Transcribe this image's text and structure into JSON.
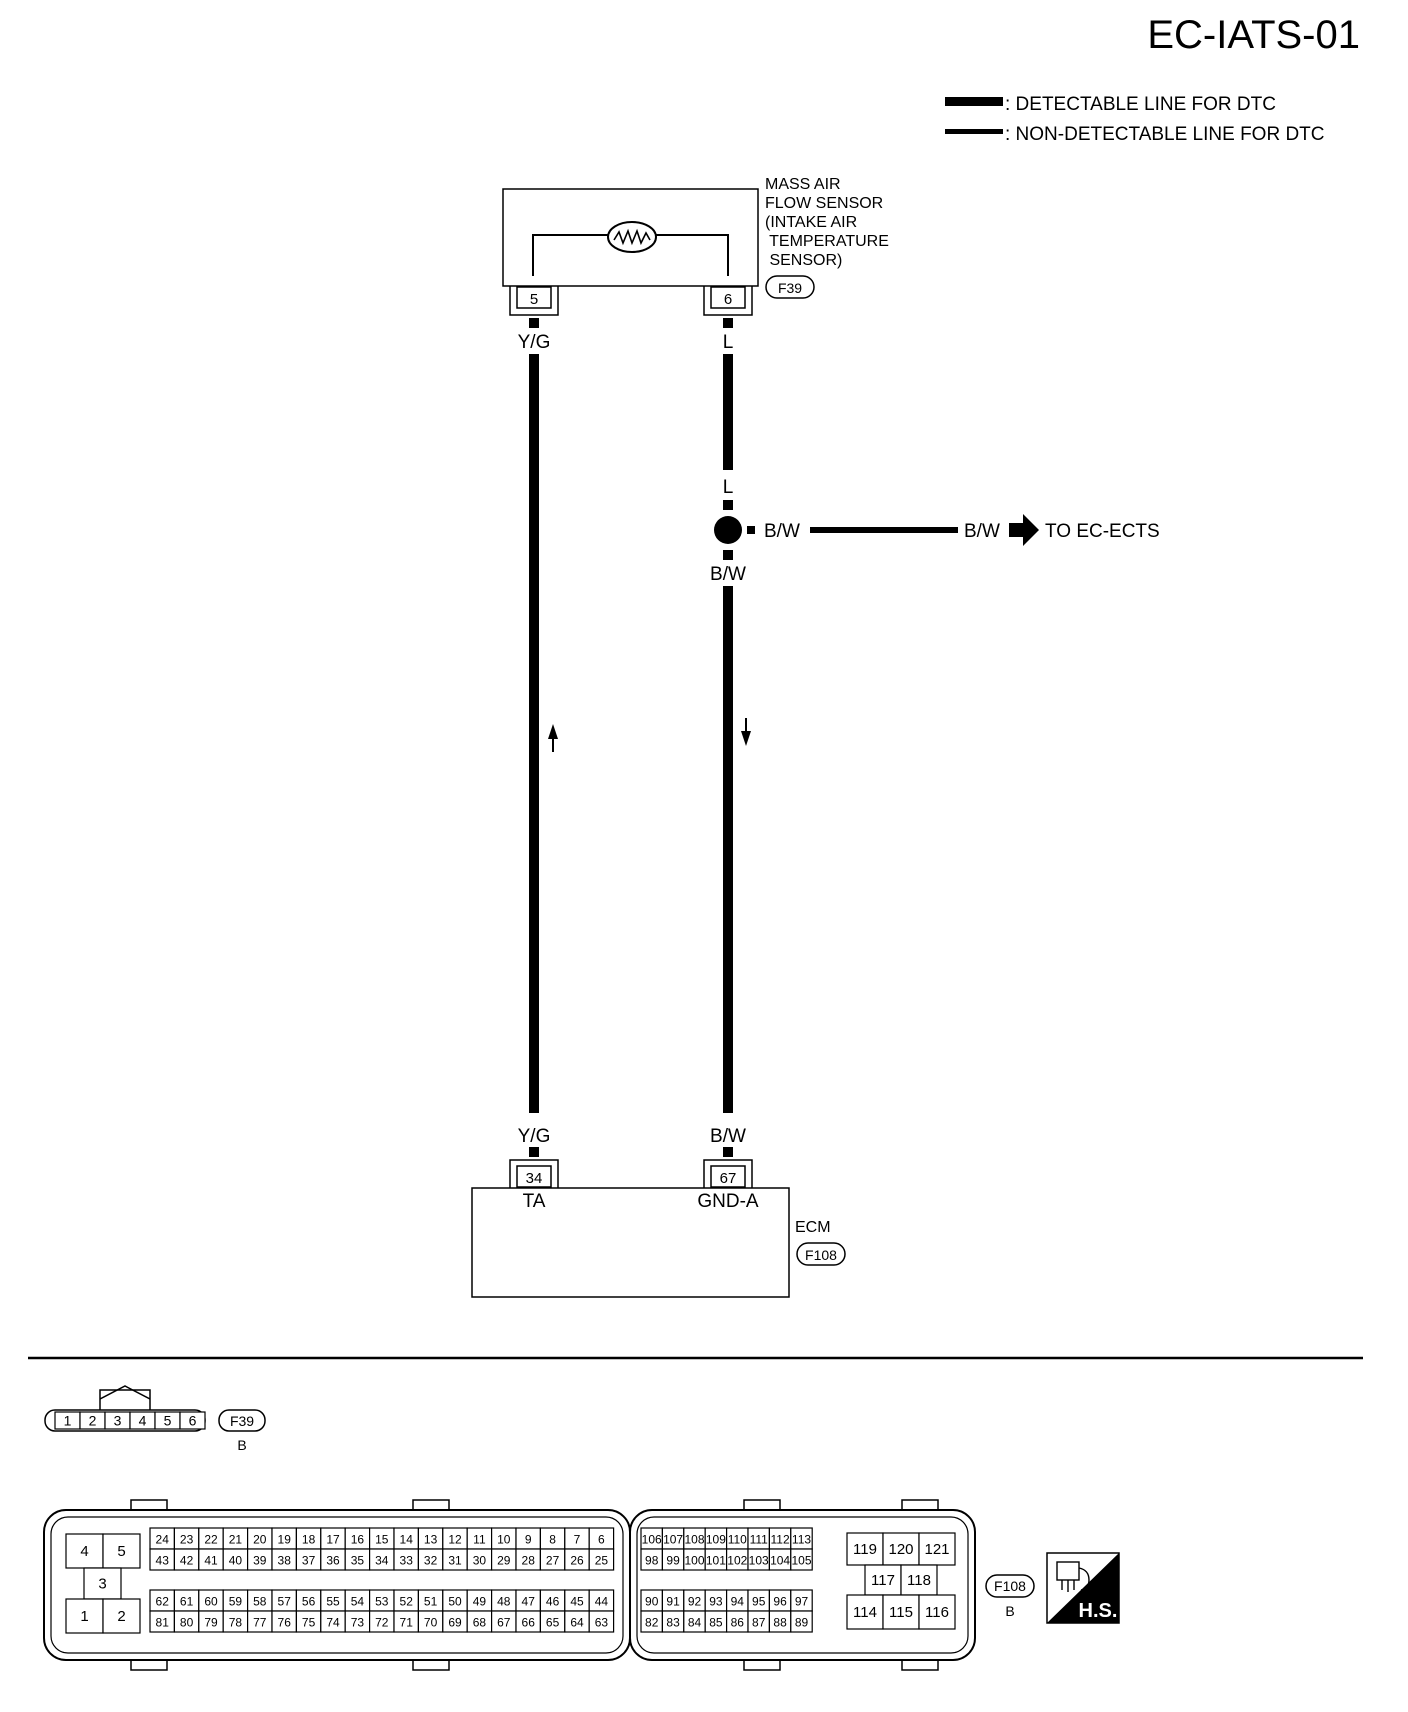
{
  "page_id": "EC-IATS-01",
  "legend": {
    "detectable": ": DETECTABLE LINE FOR DTC",
    "non_detectable": ": NON-DETECTABLE LINE FOR DTC"
  },
  "sensor": {
    "name_lines": [
      "MASS AIR",
      "FLOW SENSOR",
      "(INTAKE AIR",
      " TEMPERATURE",
      " SENSOR)"
    ],
    "connector_id": "F39",
    "pin_left": "5",
    "pin_right": "6"
  },
  "wires": {
    "left_top_color": "Y/G",
    "left_bottom_color": "Y/G",
    "right_top_color": "L",
    "right_mid_color": "L",
    "right_splice_below": "B/W",
    "right_bottom_color": "B/W",
    "branch_near": "B/W",
    "branch_far": "B/W",
    "branch_target": "TO EC-ECTS"
  },
  "ecm": {
    "name": "ECM",
    "connector_id": "F108",
    "pin_left": "34",
    "pin_left_label": "TA",
    "pin_right": "67",
    "pin_right_label": "GND-A"
  },
  "f39_face": {
    "pins": [
      "1",
      "2",
      "3",
      "4",
      "5",
      "6"
    ],
    "connector_id": "F39",
    "color_code": "B"
  },
  "f108_face": {
    "connector_id": "F108",
    "color_code": "B",
    "left_block": {
      "top": [
        "4",
        "5"
      ],
      "mid": "3",
      "bottom": [
        "1",
        "2"
      ]
    },
    "row1": [
      "24",
      "23",
      "22",
      "21",
      "20",
      "19",
      "18",
      "17",
      "16",
      "15",
      "14",
      "13",
      "12",
      "11",
      "10",
      "9",
      "8",
      "7",
      "6"
    ],
    "row2": [
      "43",
      "42",
      "41",
      "40",
      "39",
      "38",
      "37",
      "36",
      "35",
      "34",
      "33",
      "32",
      "31",
      "30",
      "29",
      "28",
      "27",
      "26",
      "25"
    ],
    "row3": [
      "62",
      "61",
      "60",
      "59",
      "58",
      "57",
      "56",
      "55",
      "54",
      "53",
      "52",
      "51",
      "50",
      "49",
      "48",
      "47",
      "46",
      "45",
      "44"
    ],
    "row4": [
      "81",
      "80",
      "79",
      "78",
      "77",
      "76",
      "75",
      "74",
      "73",
      "72",
      "71",
      "70",
      "69",
      "68",
      "67",
      "66",
      "65",
      "64",
      "63"
    ],
    "mid_row1": [
      "106",
      "107",
      "108",
      "109",
      "110",
      "111",
      "112",
      "113"
    ],
    "mid_row2": [
      "98",
      "99",
      "100",
      "101",
      "102",
      "103",
      "104",
      "105"
    ],
    "mid_row3": [
      "90",
      "91",
      "92",
      "93",
      "94",
      "95",
      "96",
      "97"
    ],
    "mid_row4": [
      "82",
      "83",
      "84",
      "85",
      "86",
      "87",
      "88",
      "89"
    ],
    "right_block": {
      "top": [
        "119",
        "120",
        "121"
      ],
      "mid": [
        "117",
        "118"
      ],
      "bottom": [
        "114",
        "115",
        "116"
      ]
    },
    "hs_label": "H.S."
  }
}
